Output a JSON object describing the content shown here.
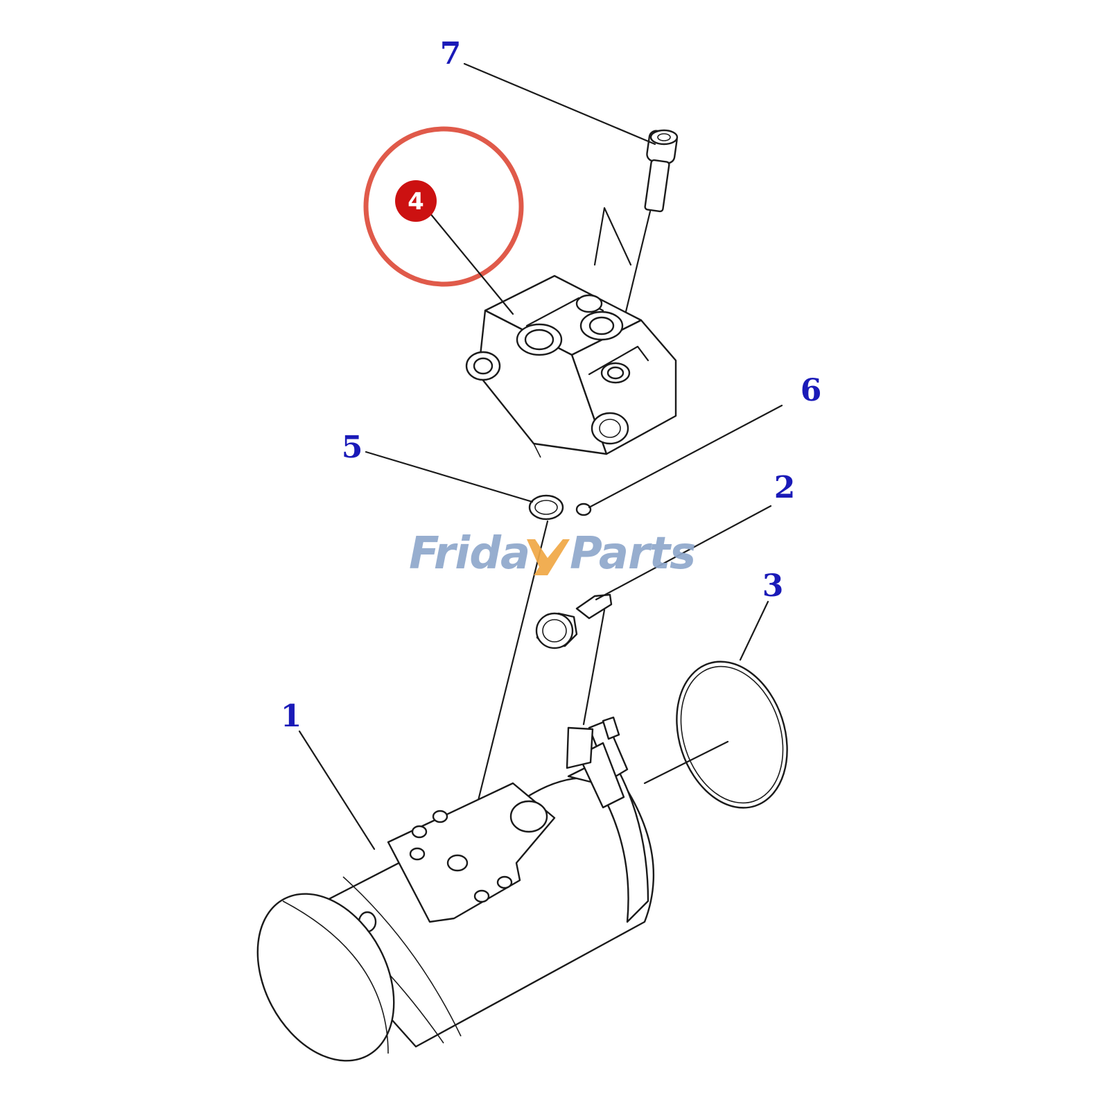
{
  "colors": {
    "callout_text": "#1a1ab8",
    "highlight_ring": "#e05a4a",
    "badge_fill": "#cc1111",
    "watermark_blue": "#8fa8cc",
    "watermark_orange": "#f0a845",
    "line": "#1a1a1a"
  },
  "callouts": {
    "c1": "1",
    "c2": "2",
    "c3": "3",
    "c4": "4",
    "c5": "5",
    "c6": "6",
    "c7": "7"
  },
  "watermark": {
    "left": "Frida",
    "right": "Parts"
  },
  "highlight": {
    "part_number": "4",
    "icon": "highlight-circle-icon"
  }
}
